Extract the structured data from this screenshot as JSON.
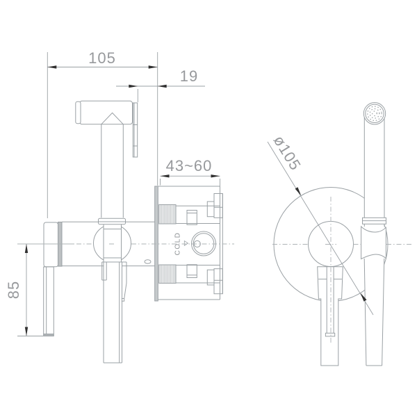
{
  "drawing": {
    "type": "technical-line-drawing",
    "subject": "concealed bidet sprayer mixer — side and front installation views",
    "dimensions": {
      "overall_depth": "105",
      "bracket_depth": "19",
      "wall_embed_range": "43~60",
      "lever_drop": "85",
      "flange_diameter": "ø105"
    },
    "labels": {
      "cold": "COLD"
    },
    "colors": {
      "line": "#9aa0a4",
      "light_line": "#b2b7ba",
      "dim_text": "#97999c",
      "arrow": "#303030",
      "metal_band": "#bcc0c2",
      "background": "#ffffff"
    }
  }
}
